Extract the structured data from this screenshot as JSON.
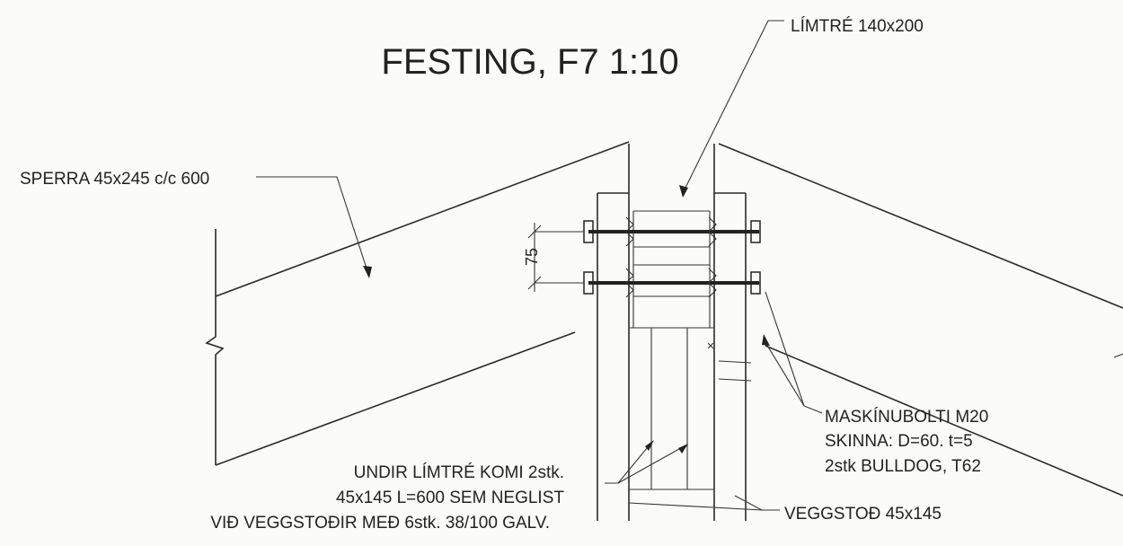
{
  "title": "FESTING, F7 1:10",
  "dimension": "75",
  "labels": {
    "glulam": "LÍMTRÉ 140x200",
    "rafter": "SPERRA 45x245 c/c 600",
    "bolt": [
      "MASKÍNUBOLTI M20",
      "SKINNA: D=60. t=5",
      "2stk BULLDOG, T62"
    ],
    "under": [
      "UNDIR LÍMTRÉ KOMI 2stk.",
      "45x145 L=600 SEM NEGLIST",
      "VIÐ VEGGSTOÐIR MEÐ 6stk. 38/100 GALV."
    ],
    "stud": "VEGGSTOÐ 45x145"
  }
}
